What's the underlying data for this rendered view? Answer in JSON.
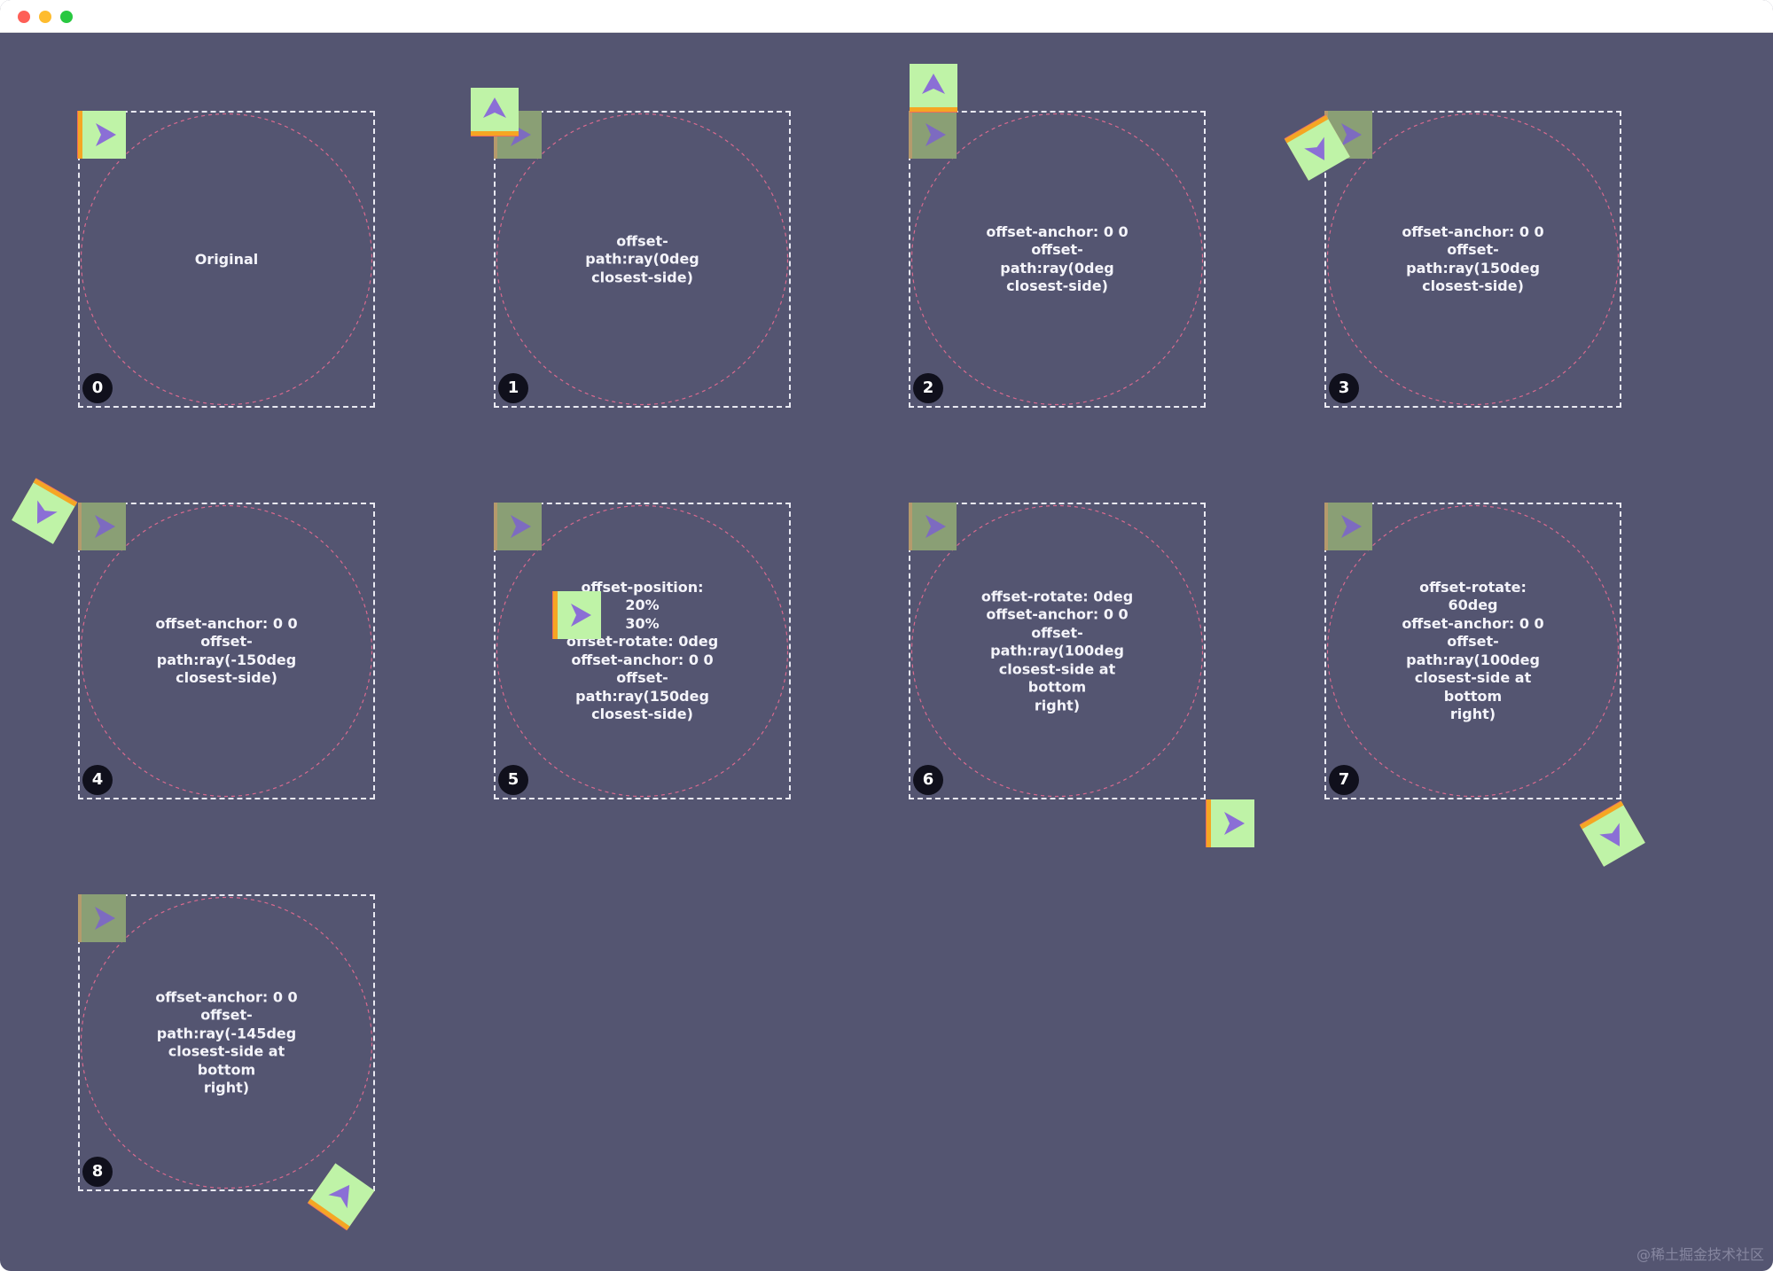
{
  "window": {
    "buttons": [
      "close",
      "minimize",
      "maximize"
    ],
    "colors": {
      "close": "#fe5f57",
      "minimize": "#febc2e",
      "maximize": "#28c840",
      "canvas": "#545571",
      "ring": "#d86a8f",
      "tile": "#bff3a7",
      "tile_ghost": "#8a9f75",
      "arrow": "#8b6fd6"
    }
  },
  "demos": [
    {
      "index": "0",
      "label": "Original"
    },
    {
      "index": "1",
      "label": "offset-path:ray(0deg\nclosest-side)"
    },
    {
      "index": "2",
      "label": "offset-anchor: 0 0\noffset-path:ray(0deg\nclosest-side)"
    },
    {
      "index": "3",
      "label": "offset-anchor: 0 0\noffset-path:ray(150deg\nclosest-side)"
    },
    {
      "index": "4",
      "label": "offset-anchor: 0 0\noffset-\npath:ray(-150deg\nclosest-side)"
    },
    {
      "index": "5",
      "label": "offset-position: 20%\n30%\noffset-rotate: 0deg\noffset-anchor: 0 0\noffset-path:ray(150deg\nclosest-side)"
    },
    {
      "index": "6",
      "label": "offset-rotate: 0deg\noffset-anchor: 0 0\noffset-path:ray(100deg\nclosest-side at bottom\nright)"
    },
    {
      "index": "7",
      "label": "offset-rotate: 60deg\noffset-anchor: 0 0\noffset-path:ray(100deg\nclosest-side at bottom\nright)"
    },
    {
      "index": "8",
      "label": "offset-anchor: 0 0\noffset-\npath:ray(-145deg\nclosest-side at bottom\nright)"
    }
  ],
  "watermark": "@稀土掘金技术社区"
}
